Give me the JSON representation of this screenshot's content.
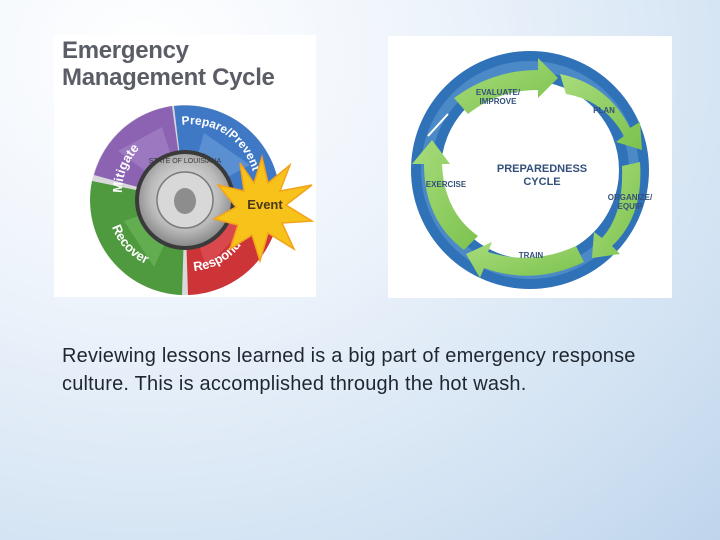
{
  "emergency_cycle": {
    "title_line1": "Emergency",
    "title_line2": "Management Cycle",
    "phases": {
      "mitigate": "Mitigate",
      "prepare": "Prepare/Prevent",
      "respond": "Respond",
      "recover": "Recover"
    },
    "event_label": "Event",
    "seal_text": "STATE OF LOUISIANA",
    "colors": {
      "mitigate": "#8c63b3",
      "prepare": "#3f78c4",
      "respond": "#cc3438",
      "recover": "#4f9a3f",
      "event": "#f7c21a"
    }
  },
  "preparedness_cycle": {
    "center_line1": "PREPAREDNESS",
    "center_line2": "CYCLE",
    "stages": {
      "evaluate_line1": "EVALUATE/",
      "evaluate_line2": "IMPROVE",
      "plan": "PLAN",
      "organize_line1": "ORGANIZE/",
      "organize_line2": "EQUIP",
      "train": "TRAIN",
      "exercise": "EXERCISE"
    },
    "colors": {
      "arrow_green": "#92cf63",
      "arrow_blue": "#2f72b8",
      "label": "#33507a"
    }
  },
  "caption": "Reviewing lessons learned is a big part of emergency response culture.  This is accomplished through the hot wash."
}
